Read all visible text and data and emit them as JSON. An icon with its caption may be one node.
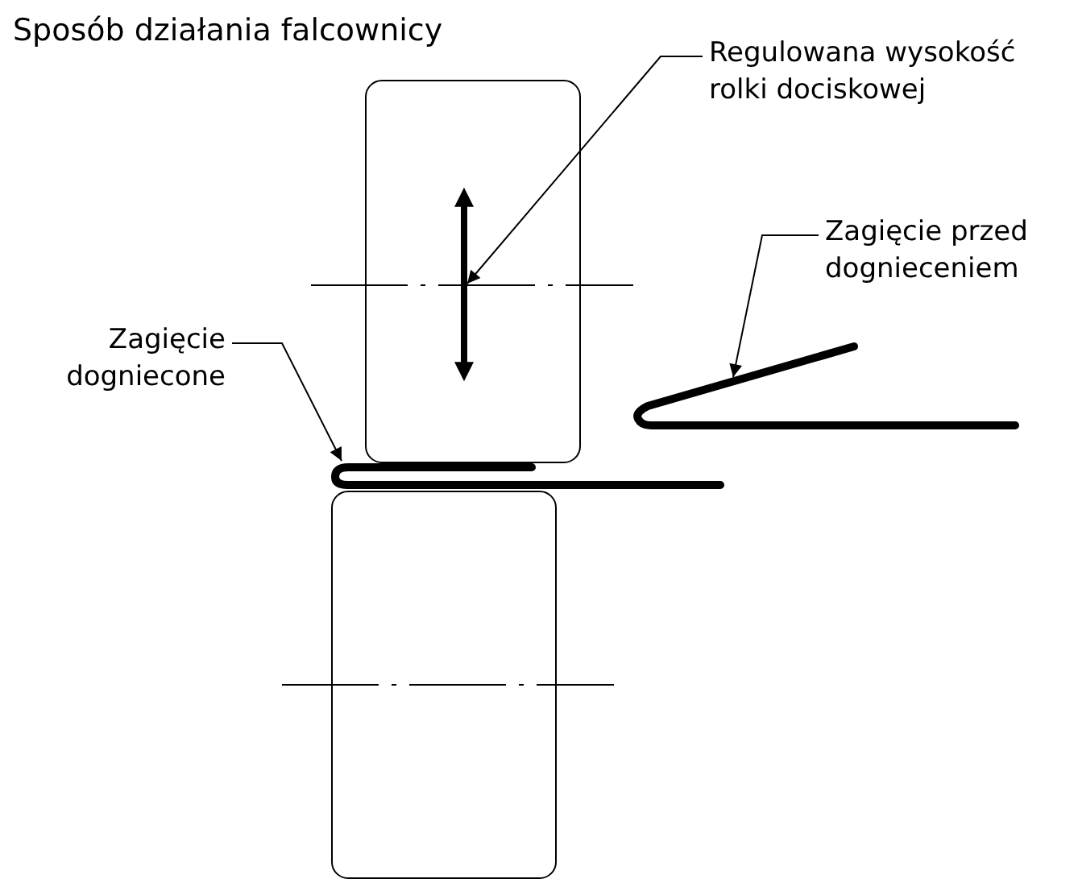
{
  "diagram": {
    "title": "Sposób działania falcownicy",
    "nodes": [
      {
        "text": [
          "Regulowana wysokość rolki dociskowej"
        ]
      },
      {
        "text": [],
        "shape": "picture"
      },
      {
        "text": [
          "Zagięcie przed dognieceniem"
        ]
      },
      {
        "text": [],
        "shape": "picture"
      },
      {
        "text": [
          "Zagięcie dogniecone"
        ]
      },
      {
        "text": [],
        "shape": "picture"
      }
    ],
    "edges": [
      {
        "from": 0,
        "to": 1,
        "arrow": "to"
      },
      {
        "from": 2,
        "to": 3,
        "arrow": "to"
      },
      {
        "from": 4,
        "to": 5,
        "arrow": "to"
      }
    ]
  }
}
